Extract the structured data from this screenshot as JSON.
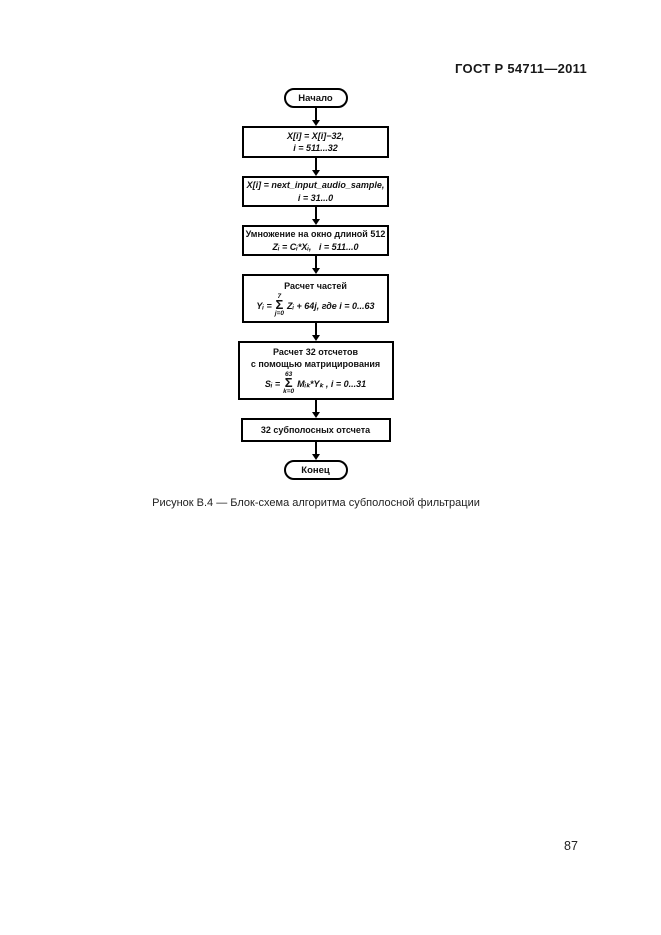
{
  "page": {
    "header": "ГОСТ Р 54711—2011",
    "caption": "Рисунок В.4 — Блок-схема алгоритма субполосной фильтрации",
    "page_number": "87"
  },
  "symbols": {
    "sigma": "Σ"
  },
  "flowchart": {
    "start_label": "Начало",
    "end_label": "Конец",
    "shift_box": {
      "line1": "X[i] = X[i]−32,",
      "line2": "i = 511...32"
    },
    "input_box": {
      "line1": "X[i] = next_input_audio_sample,",
      "line2": "i = 31...0"
    },
    "window_box": {
      "title": "Умножение на окно длиной 512",
      "formula": "Zᵢ = Cᵢ*Xᵢ,   i = 511...0"
    },
    "partial_box": {
      "title": "Расчет частей",
      "lhs": "Yᵢ =",
      "sum_top": "7",
      "sum_bottom": "j=0",
      "rhs": "Zᵢ + 64j, где i = 0...63"
    },
    "matrix_box": {
      "title_line1": "Расчет 32 отсчетов",
      "title_line2": "с помощью матрицирования",
      "lhs": "Sᵢ =",
      "sum_top": "63",
      "sum_bottom": "k=0",
      "rhs": "Mᵢₖ*Yₖ , i = 0...31"
    },
    "output_box": {
      "label": "32 субполосных отсчета"
    }
  }
}
